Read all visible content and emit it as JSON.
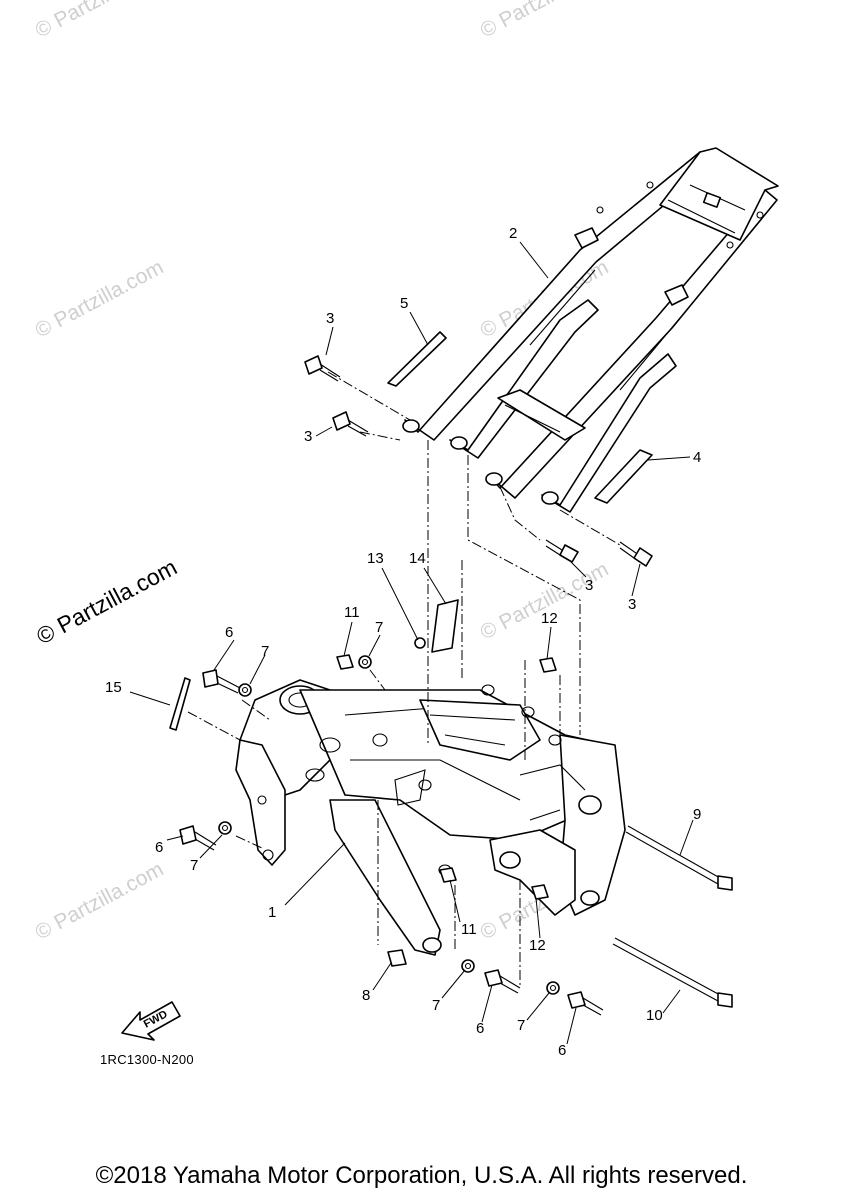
{
  "watermark": {
    "text": "© Partzilla.com",
    "strong_text": "© Partzilla.com"
  },
  "diagram": {
    "fwd_label": "FWD",
    "callouts": [
      "1",
      "2",
      "3",
      "4",
      "5",
      "6",
      "7",
      "8",
      "9",
      "10",
      "11",
      "12",
      "13",
      "14",
      "15"
    ],
    "code": "1RC1300-N200"
  },
  "footer": {
    "copyright": "©2018 Yamaha Motor Corporation, U.S.A. All rights reserved."
  }
}
